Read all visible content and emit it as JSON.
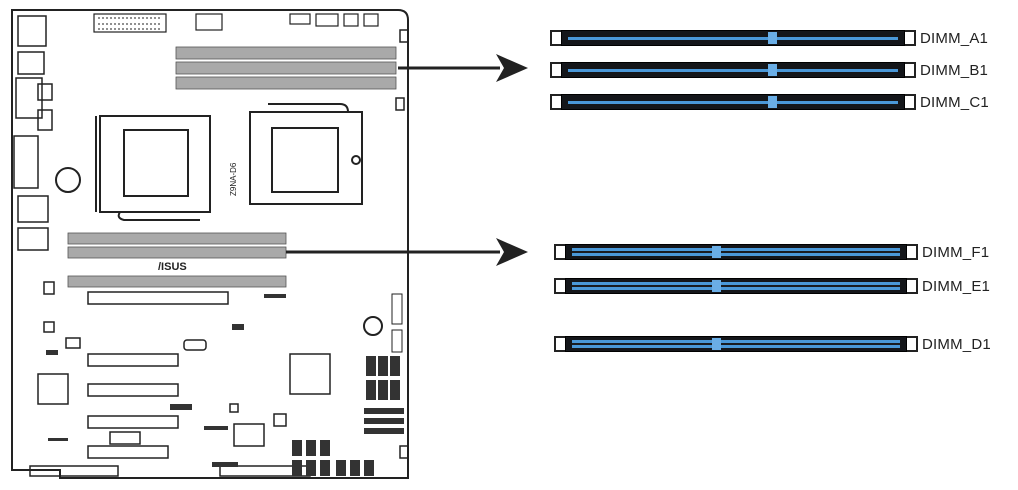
{
  "board": {
    "silkscreen_model": "Z9NA-D6",
    "silkscreen_brand": "/ISUS"
  },
  "upper_group": {
    "slots": [
      {
        "label": "DIMM_A1"
      },
      {
        "label": "DIMM_B1"
      },
      {
        "label": "DIMM_C1"
      }
    ]
  },
  "lower_group": {
    "slots": [
      {
        "label": "DIMM_F1"
      },
      {
        "label": "DIMM_E1"
      },
      {
        "label": "DIMM_D1"
      }
    ]
  },
  "colors": {
    "dimm_body": "#14161a",
    "dimm_accent": "#4a98d8",
    "board_outline": "#222222",
    "slot_gray": "#a9a9a9"
  }
}
